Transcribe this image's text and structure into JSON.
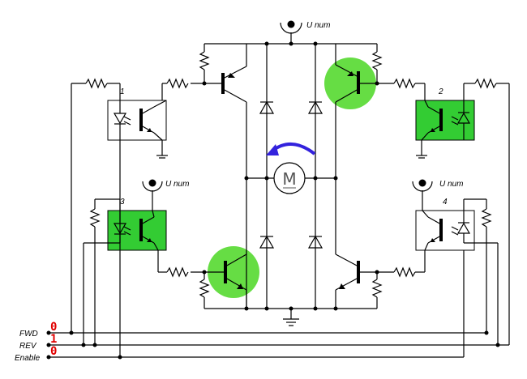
{
  "supply_labels": {
    "top": "U num",
    "left": "U num",
    "right": "U num"
  },
  "optocouplers": [
    {
      "number": "1",
      "active": false
    },
    {
      "number": "2",
      "active": true
    },
    {
      "number": "3",
      "active": true
    },
    {
      "number": "4",
      "active": false
    }
  ],
  "transistors": {
    "q_top_left": {
      "active": false
    },
    "q_top_right": {
      "active": true
    },
    "q_bottom_left": {
      "active": true
    },
    "q_bottom_right": {
      "active": false
    }
  },
  "motor": {
    "label": "M",
    "rotation": "counter-clockwise"
  },
  "inputs": [
    {
      "name": "FWD",
      "value": "0"
    },
    {
      "name": "REV",
      "value": "1"
    },
    {
      "name": "Enable",
      "value": "0"
    }
  ],
  "colors": {
    "active_fill": "#33cc33",
    "highlight": "#66dd44",
    "arrow": "#3322dd",
    "bit": "#e00000"
  }
}
